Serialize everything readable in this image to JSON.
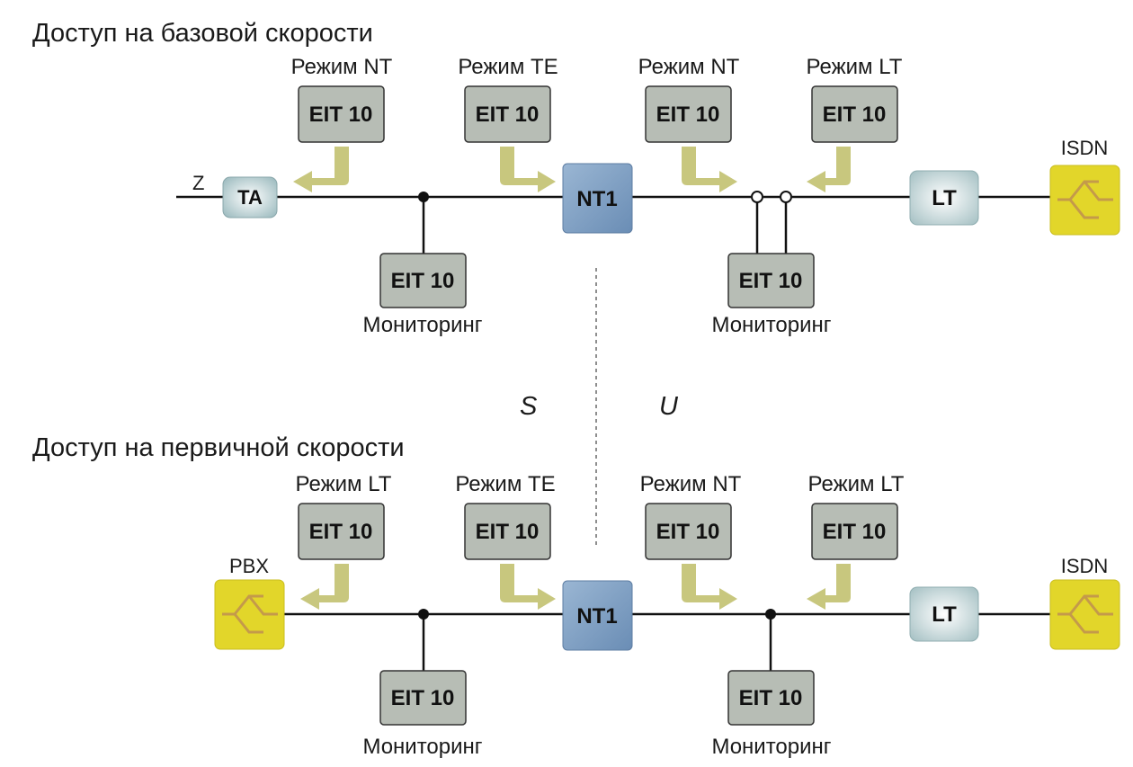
{
  "sections": {
    "basic": {
      "title": "Доступ на базовой скорости"
    },
    "primary": {
      "title": "Доступ на первичной скорости"
    }
  },
  "modes": {
    "basic": [
      "Режим NT",
      "Режим TE",
      "Режим NT",
      "Режим LT"
    ],
    "primary": [
      "Режим LT",
      "Режим TE",
      "Режим NT",
      "Режим LT"
    ]
  },
  "tester_label": "EIT 10",
  "monitoring_label": "Мониторинг",
  "devices": {
    "ta": "TA",
    "nt1": "NT1",
    "lt": "LT",
    "isdn": "ISDN",
    "pbx": "PBX",
    "z": "Z"
  },
  "zones": {
    "s": "S",
    "u": "U"
  },
  "colors": {
    "tester_fill": "#b7bdb5",
    "nt1_fill": "#7f9fc2",
    "lt_fill": "#c9dadc",
    "switch_fill": "#e2d62a",
    "switch_cross": "#c49a4a",
    "arrow": "#c8c77e"
  }
}
